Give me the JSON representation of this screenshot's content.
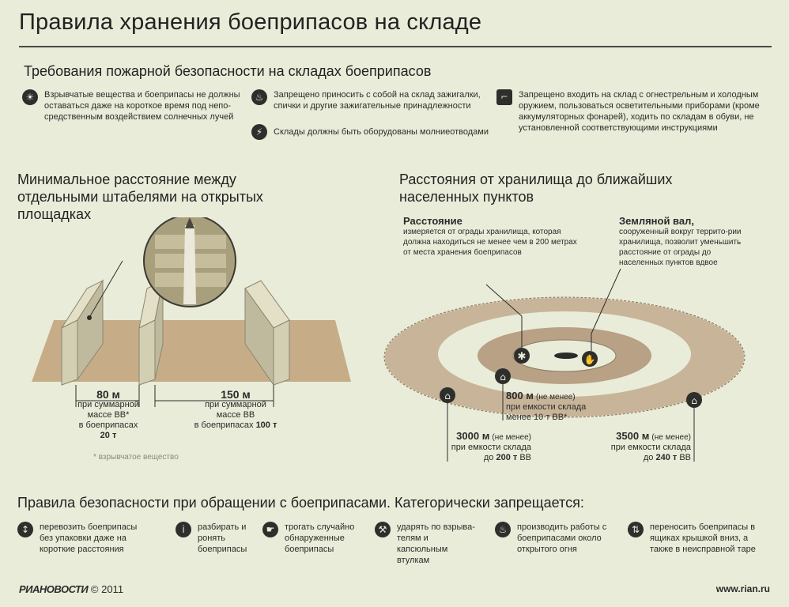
{
  "title": "Правила хранения боеприпасов на складе",
  "fire_safety": {
    "heading": "Требования пожарной безопасности на складах боеприпасов",
    "items": [
      {
        "icon": "sun-icon",
        "text": "Взрывчатые вещества и боеприпасы не должны оставаться даже на короткое время под непо-средственным воздействием солнечных лучей"
      },
      {
        "icon": "fire-icon",
        "text": "Запрещено приносить с собой на склад зажигалки, спички и другие зажигательные принадлежности"
      },
      {
        "icon": "lightning-icon",
        "text": "Склады должны быть оборудованы молниеотводами"
      },
      {
        "icon": "gun-icon",
        "text": "Запрещено входить на склад с огнестрельным и холодным оружием, пользоваться осветительными приборами (кроме аккумуляторных фонарей), ходить по складам в обуви, не установленной соответствующими инструкциями"
      }
    ]
  },
  "min_distance": {
    "heading": "Минимальное расстояние между отдельными штабелями на открытых площадках",
    "left_distance": "80 м",
    "left_note_1": "при суммарной",
    "left_note_2": "массе ВВ*",
    "left_note_3": "в боеприпасах",
    "left_mass": "20 т",
    "right_distance": "150 м",
    "right_note_1": "при суммарной",
    "right_note_2": "массе ВВ",
    "right_note_3": "в боеприпасах",
    "right_mass": "100 т",
    "footnote": "* взрывчатое вещество"
  },
  "settlements": {
    "heading": "Расстояния от хранилища до ближайших населенных пунктов",
    "distance_title": "Расстояние",
    "distance_text": "измеряется от ограды хранилища, которая должна находиться не менее чем в 200 метрах от места хранения боеприпасов",
    "bank_title": "Земляной вал,",
    "bank_text": "сооруженный вокруг террито-рии хранилища, позволит уменьшить расстояние от ограды до населенных пунктов вдвое",
    "d800": "800 м",
    "d800_min": "(не менее)",
    "d800_l1": "при емкости склада",
    "d800_l2": "менее 10 т ВВ*",
    "d3000": "3000 м",
    "d3000_min": "(не менее)",
    "d3000_l1": "при емкости склада",
    "d3000_l2a": "до",
    "d3000_l2b": "200 т",
    "d3000_l2c": "ВВ",
    "d3500": "3500 м",
    "d3500_min": "(не менее)",
    "d3500_l1": "при емкости склада",
    "d3500_l2a": "до",
    "d3500_l2b": "240 т",
    "d3500_l2c": "ВВ"
  },
  "handling": {
    "heading": "Правила безопасности при обращении с боеприпасами. Категорически запрещается:",
    "items": [
      {
        "icon": "no-carry-icon",
        "text": "перевозить боеприпасы без упаковки даже на короткие расстояния"
      },
      {
        "icon": "info-icon",
        "text": "разбирать и ронять боеприпасы"
      },
      {
        "icon": "hand-icon",
        "text": "трогать случайно обнаруженные боеприпасы"
      },
      {
        "icon": "hammer-icon",
        "text": "ударять по взрыва-телям и капсюльным втулкам"
      },
      {
        "icon": "fire-icon",
        "text": "производить работы с боеприпасами около открытого огня"
      },
      {
        "icon": "arrows-icon",
        "text": "переносить боеприпасы в ящиках крышкой вниз, а также в неисправной таре"
      }
    ]
  },
  "footer": {
    "logo": "РИАНОВОСТИ",
    "copyright": "© 2011",
    "url": "www.rian.ru"
  },
  "colors": {
    "background": "#e9ecd8",
    "ground": "#c6ad88",
    "ring_outer": "#c8b498",
    "ring_inner": "#b8a184",
    "icon": "#2e2e2c"
  }
}
